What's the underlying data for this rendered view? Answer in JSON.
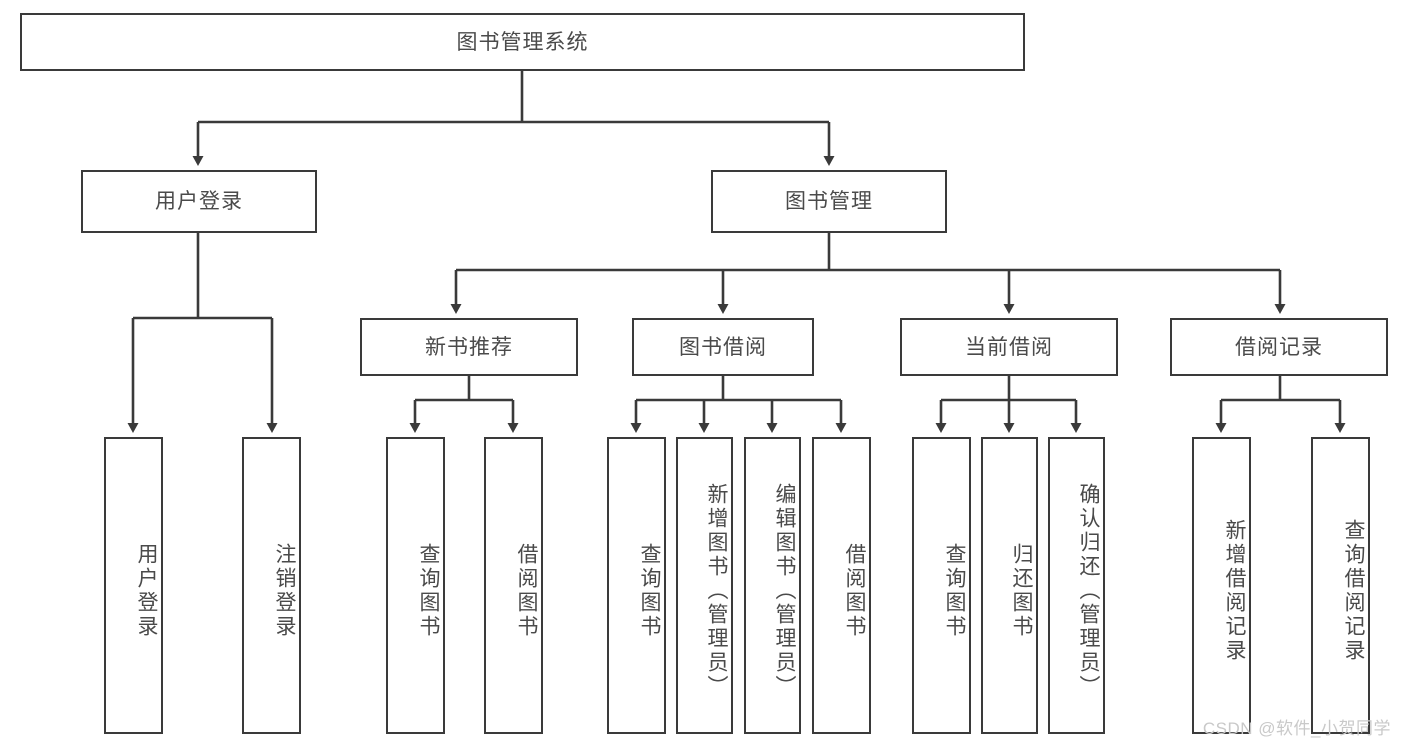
{
  "diagram": {
    "title": "图书管理系统",
    "type": "tree-hierarchy-diagram",
    "watermark": "CSDN @软件_小贺同学",
    "colors": {
      "box_border": "#3a3a3a",
      "box_fill": "#ffffff",
      "text": "#4a4a4a",
      "connector": "#3a3a3a",
      "watermark": "#c9c9c9"
    },
    "root": {
      "label": "图书管理系统"
    },
    "level2": [
      {
        "label": "用户登录"
      },
      {
        "label": "图书管理"
      }
    ],
    "level3": [
      {
        "label": "新书推荐"
      },
      {
        "label": "图书借阅"
      },
      {
        "label": "当前借阅"
      },
      {
        "label": "借阅记录"
      }
    ],
    "leaves": {
      "user_login": [
        {
          "label": "用户登录"
        },
        {
          "label": "注销登录"
        }
      ],
      "new_book_recommend": [
        {
          "label": "查询图书"
        },
        {
          "label": "借阅图书"
        }
      ],
      "book_borrow": [
        {
          "label": "查询图书"
        },
        {
          "label": "新增图书（管理员）"
        },
        {
          "label": "编辑图书（管理员）"
        },
        {
          "label": "借阅图书"
        }
      ],
      "current_borrow": [
        {
          "label": "查询图书"
        },
        {
          "label": "归还图书"
        },
        {
          "label": "确认归还（管理员）"
        }
      ],
      "borrow_record": [
        {
          "label": "新增借阅记录"
        },
        {
          "label": "查询借阅记录"
        }
      ]
    }
  }
}
